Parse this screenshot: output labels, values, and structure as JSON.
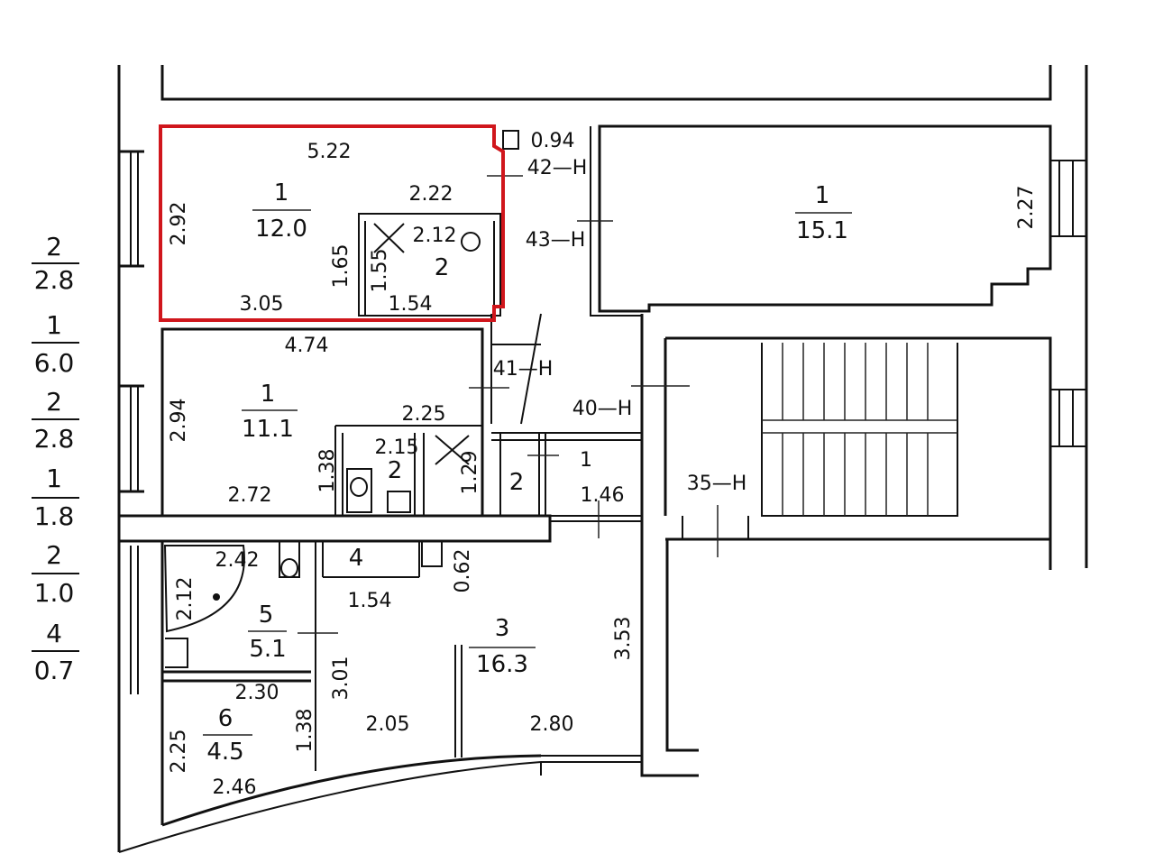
{
  "legend": [
    {
      "num": "2",
      "area": "2.8"
    },
    {
      "num": "1",
      "area": "6.0"
    },
    {
      "num": "2",
      "area": "2.8"
    },
    {
      "num": "1",
      "area": "1.8"
    },
    {
      "num": "2",
      "area": "1.0"
    },
    {
      "num": "4",
      "area": "0.7"
    }
  ],
  "rooms": {
    "r1": {
      "num": "1",
      "area": "12.0"
    },
    "r2": {
      "num": "1",
      "area": "11.1"
    },
    "r3": {
      "num": "1",
      "area": "15.1"
    },
    "bath_a": {
      "num": "2"
    },
    "bath_b": {
      "num": "2"
    },
    "wc_c": {
      "num": "2"
    },
    "small1": {
      "num": "1"
    },
    "r4": {
      "num": "4"
    },
    "r5": {
      "num": "5",
      "area": "5.1"
    },
    "r6": {
      "num": "6",
      "area": "4.5"
    },
    "r3b": {
      "num": "3",
      "area": "16.3"
    }
  },
  "dims": {
    "d522": "5.22",
    "d094": "0.94",
    "d292": "2.92",
    "d222": "2.22",
    "d212": "2.12",
    "d165": "1.65",
    "d155": "1.55",
    "d305": "3.05",
    "d154a": "1.54",
    "d227": "2.27",
    "d474": "4.74",
    "d294": "2.94",
    "d225": "2.25",
    "d215": "2.15",
    "d138a": "1.38",
    "d129": "1.29",
    "d272": "2.72",
    "d146": "1.46",
    "d242": "2.42",
    "d212b": "2.12",
    "d154b": "1.54",
    "d062": "0.62",
    "d353": "3.53",
    "d301": "3.01",
    "d230": "2.30",
    "d138b": "1.38",
    "d205": "2.05",
    "d280": "2.80",
    "d225b": "2.25",
    "d246": "2.46"
  },
  "markers": {
    "m42": "42—Н",
    "m43": "43—Н",
    "m41": "41—Н",
    "m40": "40—Н",
    "m35": "35—Н"
  },
  "colors": {
    "highlight": "#d0161c",
    "wall": "#111111"
  }
}
